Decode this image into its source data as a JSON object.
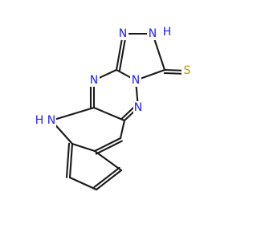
{
  "molecule": {
    "atoms": {
      "n_triazole_left": "N",
      "nh_triazole": "N",
      "h_triazole": "H",
      "n_bridge": "N",
      "n_pyrimidine_left": "N",
      "n_pyrimidine_bottom": "N",
      "n_indole": "N",
      "h_indole": "H",
      "s_thione": "S"
    },
    "colors": {
      "carbon_bond": "#1a1a1a",
      "nitrogen": "#2020ff",
      "sulfur": "#b3a000",
      "background": "#ffffff"
    }
  }
}
